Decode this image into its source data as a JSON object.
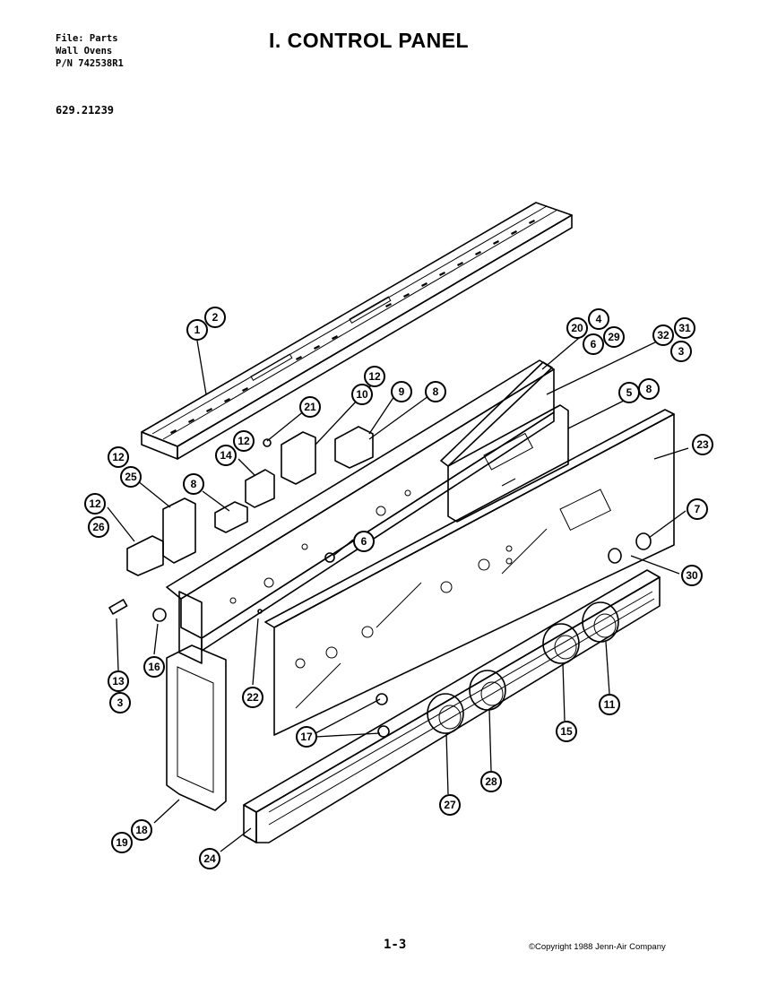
{
  "header": {
    "file_line": "File: Parts",
    "product_line": "Wall Ovens",
    "pn_line": "P/N 742538R1",
    "model": "629.21239"
  },
  "title": "I. CONTROL PANEL",
  "footer": {
    "page": "1-3",
    "copyright": "©Copyright 1988 Jenn-Air Company"
  },
  "callouts": [
    {
      "id": "c1",
      "label": "1"
    },
    {
      "id": "c2",
      "label": "2"
    },
    {
      "id": "c4",
      "label": "4"
    },
    {
      "id": "c20",
      "label": "20"
    },
    {
      "id": "c29",
      "label": "29"
    },
    {
      "id": "c6a",
      "label": "6"
    },
    {
      "id": "c32",
      "label": "32"
    },
    {
      "id": "c31",
      "label": "31"
    },
    {
      "id": "c3a",
      "label": "3"
    },
    {
      "id": "c12a",
      "label": "12"
    },
    {
      "id": "c10",
      "label": "10"
    },
    {
      "id": "c9",
      "label": "9"
    },
    {
      "id": "c8a",
      "label": "8"
    },
    {
      "id": "c5",
      "label": "5"
    },
    {
      "id": "c8b",
      "label": "8"
    },
    {
      "id": "c21",
      "label": "21"
    },
    {
      "id": "c23",
      "label": "23"
    },
    {
      "id": "c12b",
      "label": "12"
    },
    {
      "id": "c14",
      "label": "14"
    },
    {
      "id": "c12c",
      "label": "12"
    },
    {
      "id": "c25",
      "label": "25"
    },
    {
      "id": "c8c",
      "label": "8"
    },
    {
      "id": "c12d",
      "label": "12"
    },
    {
      "id": "c26",
      "label": "26"
    },
    {
      "id": "c6b",
      "label": "6"
    },
    {
      "id": "c7",
      "label": "7"
    },
    {
      "id": "c30",
      "label": "30"
    },
    {
      "id": "c13",
      "label": "13"
    },
    {
      "id": "c3b",
      "label": "3"
    },
    {
      "id": "c16",
      "label": "16"
    },
    {
      "id": "c22",
      "label": "22"
    },
    {
      "id": "c11",
      "label": "11"
    },
    {
      "id": "c15",
      "label": "15"
    },
    {
      "id": "c17",
      "label": "17"
    },
    {
      "id": "c28",
      "label": "28"
    },
    {
      "id": "c27",
      "label": "27"
    },
    {
      "id": "c18",
      "label": "18"
    },
    {
      "id": "c19",
      "label": "19"
    },
    {
      "id": "c24",
      "label": "24"
    }
  ]
}
